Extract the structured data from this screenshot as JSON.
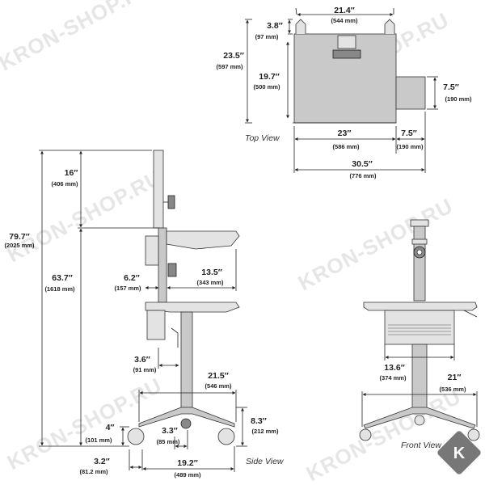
{
  "watermark": {
    "text": "KRON-SHOP.RU"
  },
  "views": {
    "top": "Top View",
    "side": "Side View",
    "front": "Front View"
  },
  "top_view": {
    "width_top": {
      "in": "21.4″",
      "mm": "(544 mm)"
    },
    "depth_clip": {
      "in": "3.8″",
      "mm": "(97 mm)"
    },
    "depth_total": {
      "in": "23.5″",
      "mm": "(597 mm)"
    },
    "depth_tray": {
      "in": "19.7″",
      "mm": "(500 mm)"
    },
    "side_shelf_depth": {
      "in": "7.5″",
      "mm": "(190 mm)"
    },
    "width_tray": {
      "in": "23″",
      "mm": "(586 mm)"
    },
    "side_shelf_width": {
      "in": "7.5″",
      "mm": "(190 mm)"
    },
    "width_total": {
      "in": "30.5″",
      "mm": "(776 mm)"
    }
  },
  "side_view": {
    "height_total": {
      "in": "79.7″",
      "mm": "(2025 mm)"
    },
    "monitor_range": {
      "in": "16″",
      "mm": "(406 mm)"
    },
    "surface_height": {
      "in": "63.7″",
      "mm": "(1618 mm)"
    },
    "setback": {
      "in": "6.2″",
      "mm": "(157 mm)"
    },
    "shelf_depth": {
      "in": "13.5″",
      "mm": "(343 mm)"
    },
    "handle_offset": {
      "in": "3.6″",
      "mm": "(91 mm)"
    },
    "base_depth": {
      "in": "21.5″",
      "mm": "(546 mm)"
    },
    "caster_height": {
      "in": "4″",
      "mm": "(101 mm)"
    },
    "base_height": {
      "in": "8.3″",
      "mm": "(212 mm)"
    },
    "column_offset": {
      "in": "3.3″",
      "mm": "(85 mm)"
    },
    "wheel_offset": {
      "in": "3.2″",
      "mm": "(81.2 mm)"
    },
    "wheelbase": {
      "in": "19.2″",
      "mm": "(489 mm)"
    }
  },
  "front_view": {
    "column_width": {
      "in": "13.6″",
      "mm": "(374 mm)"
    },
    "base_width": {
      "in": "21″",
      "mm": "(536 mm)"
    }
  }
}
